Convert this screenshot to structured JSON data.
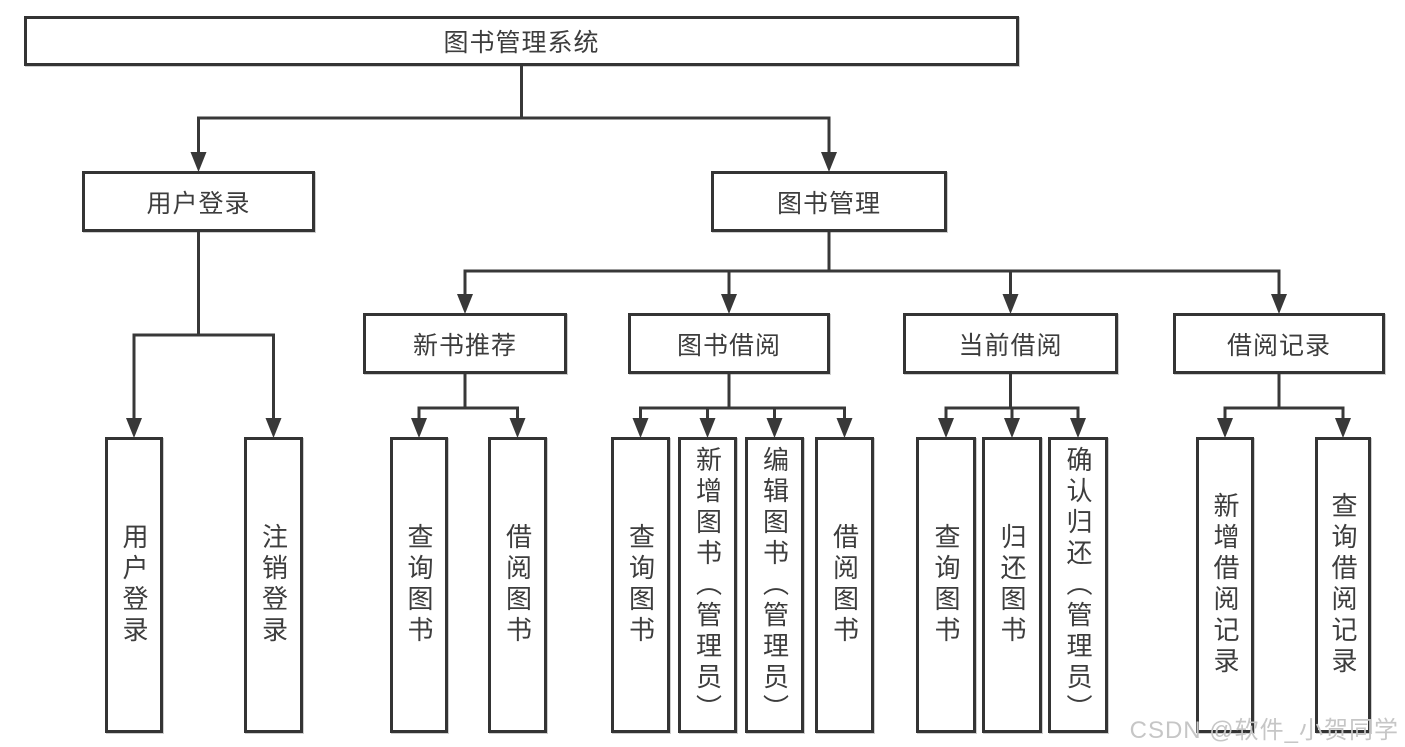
{
  "diagram_title": "图书管理系统",
  "tree": {
    "label": "图书管理系统",
    "children": [
      {
        "label": "用户登录",
        "children": [
          {
            "label": "用户登录"
          },
          {
            "label": "注销登录"
          }
        ]
      },
      {
        "label": "图书管理",
        "children": [
          {
            "label": "新书推荐",
            "children": [
              {
                "label": "查询图书"
              },
              {
                "label": "借阅图书"
              }
            ]
          },
          {
            "label": "图书借阅",
            "children": [
              {
                "label": "查询图书"
              },
              {
                "label": "新增图书（管理员）"
              },
              {
                "label": "编辑图书（管理员）"
              },
              {
                "label": "借阅图书"
              }
            ]
          },
          {
            "label": "当前借阅",
            "children": [
              {
                "label": "查询图书"
              },
              {
                "label": "归还图书"
              },
              {
                "label": "确认归还（管理员）"
              }
            ]
          },
          {
            "label": "借阅记录",
            "children": [
              {
                "label": "新增借阅记录"
              },
              {
                "label": "查询借阅记录"
              }
            ]
          }
        ]
      }
    ]
  },
  "watermark": {
    "text": "CSDN @软件_小贺同学"
  },
  "colors": {
    "line": "#383838",
    "box_border": "#343434",
    "text": "#3d3d3d",
    "watermark": "#c6c6c6",
    "background": "#ffffff"
  }
}
